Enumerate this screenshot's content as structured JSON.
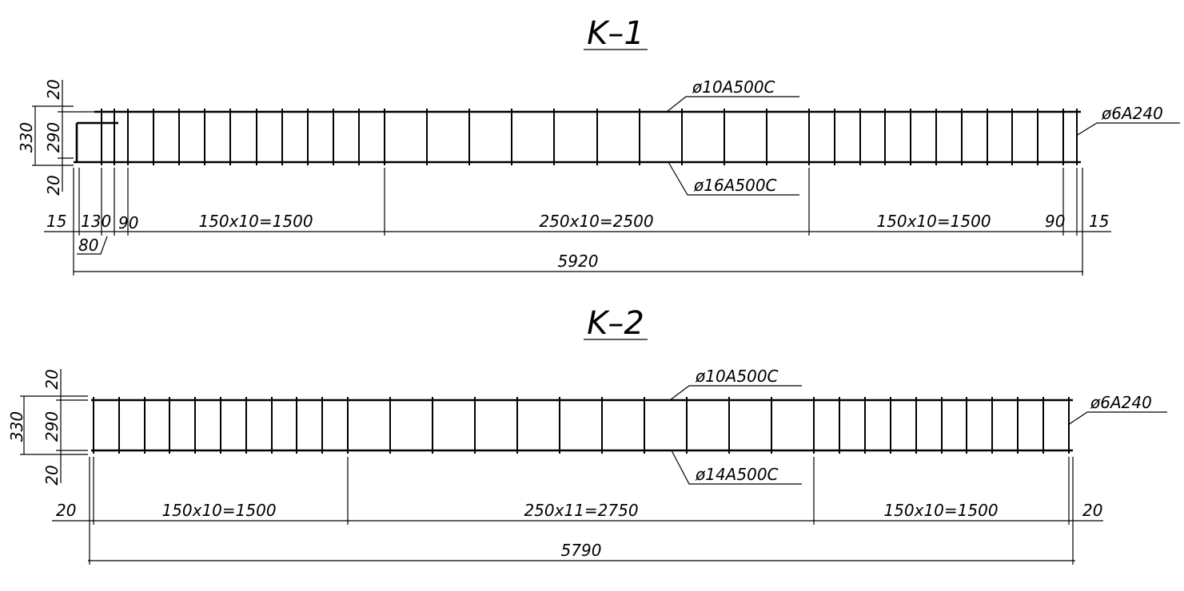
{
  "colors": {
    "ink": "#000000",
    "background": "#ffffff"
  },
  "frames": [
    {
      "id": "k1",
      "title": "K–1",
      "top_bar": "ø10A500C",
      "bottom_bar": "ø16A500C",
      "stirrup": "ø6A240",
      "total_length": "5920",
      "height_total": "330",
      "height_inner": "290",
      "cover_top": "20",
      "cover_bottom": "20",
      "left_end": "15",
      "right_end": "15",
      "first_offset": "130",
      "hook_length": "80",
      "left_gap": "90",
      "right_gap": "90",
      "zone_left": "150x10=1500",
      "zone_middle": "250x10=2500",
      "zone_right": "150x10=1500"
    },
    {
      "id": "k2",
      "title": "K–2",
      "top_bar": "ø10A500C",
      "bottom_bar": "ø14A500C",
      "stirrup": "ø6A240",
      "total_length": "5790",
      "height_total": "330",
      "height_inner": "290",
      "cover_top": "20",
      "cover_bottom": "20",
      "left_end": "20",
      "right_end": "20",
      "zone_left": "150x10=1500",
      "zone_middle": "250x11=2750",
      "zone_right": "150x10=1500"
    }
  ]
}
